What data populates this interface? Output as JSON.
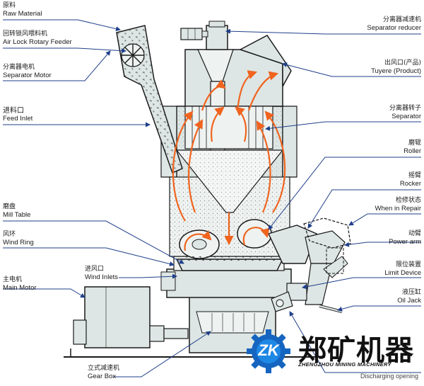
{
  "labels": {
    "raw_material": {
      "zh": "原料",
      "en": "Raw Material"
    },
    "air_lock": {
      "zh": "回转锁风喂料机",
      "en": "Air Lock Rotary Feeder"
    },
    "separator_motor": {
      "zh": "分离器电机",
      "en": "Separator Motor"
    },
    "feed_inlet": {
      "zh": "进料口",
      "en": "Feed Inlet"
    },
    "mill_table": {
      "zh": "磨盘",
      "en": "Mill Table"
    },
    "wind_ring": {
      "zh": "风环",
      "en": "Wind Ring"
    },
    "wind_inlets": {
      "zh": "进风口",
      "en": "Wind Inlets"
    },
    "main_motor": {
      "zh": "主电机",
      "en": "Main Motor"
    },
    "gear_box": {
      "zh": "立式减速机",
      "en": "Gear Box"
    },
    "separator_reducer": {
      "zh": "分离器减速机",
      "en": "Separator reducer"
    },
    "tuyere": {
      "zh": "出风口(产品)",
      "en": "Tuyere (Product)"
    },
    "separator": {
      "zh": "分离器转子",
      "en": "Separator"
    },
    "roller": {
      "zh": "磨辊",
      "en": "Roller"
    },
    "rocker": {
      "zh": "摇臂",
      "en": "Rocker"
    },
    "when_in_repair": {
      "zh": "检修状态",
      "en": "When in Repair"
    },
    "power_arm": {
      "zh": "动臂",
      "en": "Power arm"
    },
    "limit_device": {
      "zh": "限位装置",
      "en": "Limit Device"
    },
    "oil_jack": {
      "zh": "液压缸",
      "en": "Oil Jack"
    },
    "discharging": {
      "en": "Discharging opening"
    }
  },
  "brand": {
    "mark": "ZK",
    "name_zh": "郑矿机器",
    "name_en": "ZHENGZHOU MINING MACHINERY"
  },
  "colors": {
    "machine_fill": "#dde6e4",
    "machine_stroke": "#1a1a1a",
    "flow_orange": "#f0641e",
    "arrow_blue": "#1f3f8a",
    "logo_blue": "#1565c0"
  }
}
